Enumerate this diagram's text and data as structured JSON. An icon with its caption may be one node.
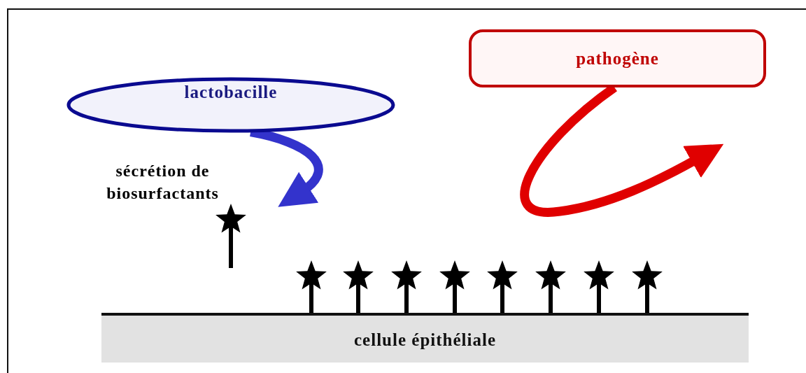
{
  "diagram": {
    "nodes": [
      {
        "text": [
          "lactobacille"
        ]
      },
      {
        "text": [
          "pathogène"
        ]
      },
      {
        "text": [
          "cellule épithéliale"
        ]
      }
    ],
    "edges": [
      {
        "from": 0,
        "to": null,
        "arrow": "to",
        "color": "#3333cc"
      },
      {
        "from": 1,
        "to": null,
        "arrow": "to",
        "color": "#e00000"
      }
    ],
    "labels": [
      "sécrétion de biosurfactants"
    ]
  }
}
